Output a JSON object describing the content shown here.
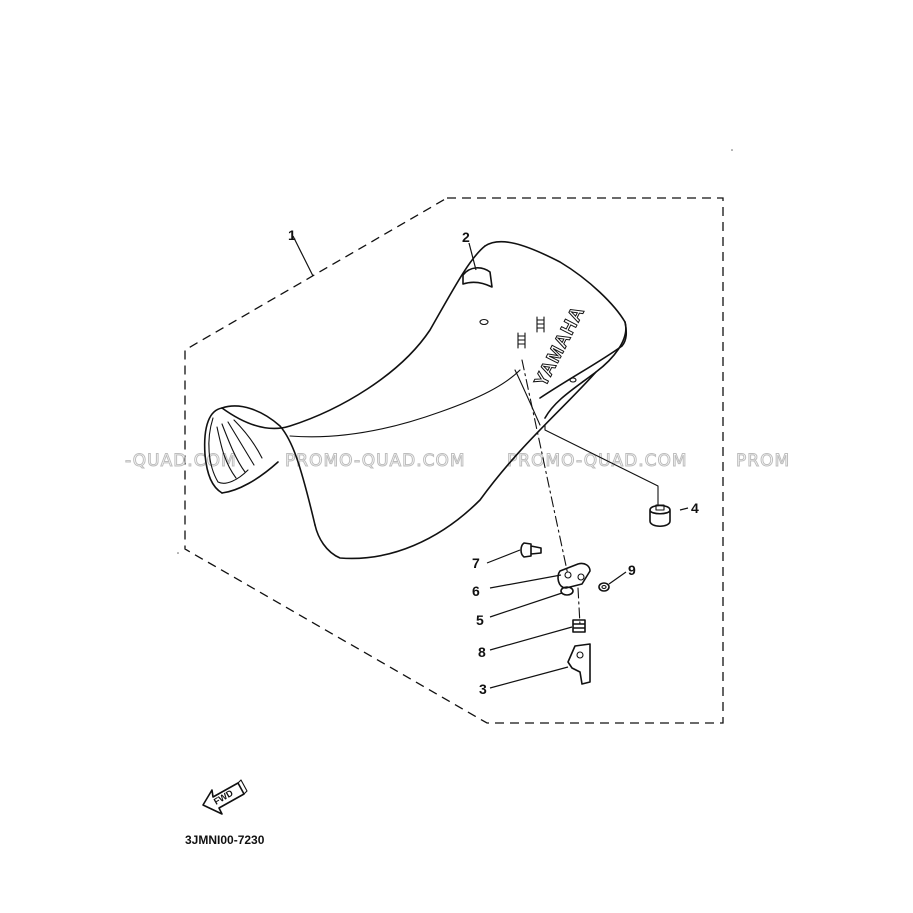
{
  "diagram": {
    "brand_text": "YAMAHA",
    "part_code": "3JMNI00-7230",
    "direction_label": "FWD",
    "watermarks": [
      "-QUAD.COM",
      "PROMO-QUAD.COM",
      "PROMO-QUAD.COM",
      "PROM"
    ],
    "callouts": [
      "1",
      "2",
      "3",
      "4",
      "5",
      "6",
      "7",
      "8",
      "9"
    ]
  }
}
